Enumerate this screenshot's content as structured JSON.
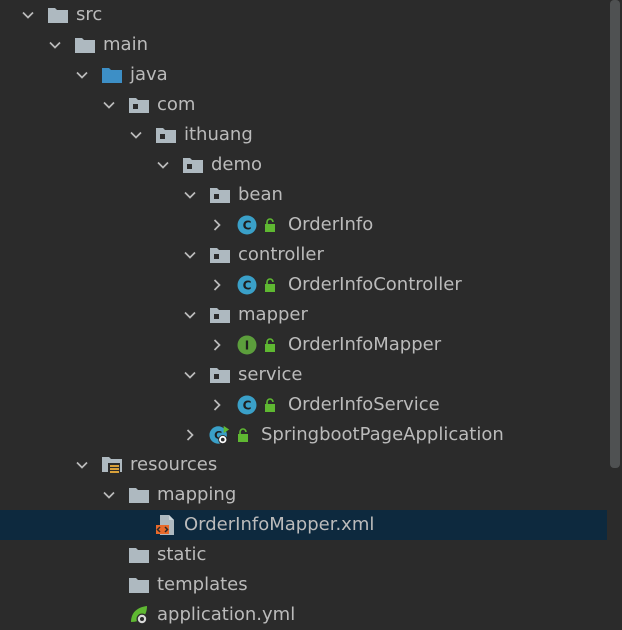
{
  "tree": [
    {
      "label": "src",
      "depth": 0,
      "expanded": true,
      "icon": "folder-icon"
    },
    {
      "label": "main",
      "depth": 1,
      "expanded": true,
      "icon": "folder-icon"
    },
    {
      "label": "java",
      "depth": 2,
      "expanded": true,
      "icon": "source-folder-icon"
    },
    {
      "label": "com",
      "depth": 3,
      "expanded": true,
      "icon": "package-icon"
    },
    {
      "label": "ithuang",
      "depth": 4,
      "expanded": true,
      "icon": "package-icon"
    },
    {
      "label": "demo",
      "depth": 5,
      "expanded": true,
      "icon": "package-icon"
    },
    {
      "label": "bean",
      "depth": 6,
      "expanded": true,
      "icon": "package-icon"
    },
    {
      "label": "OrderInfo",
      "depth": 7,
      "expanded": false,
      "icon": "class-icon",
      "lock": true
    },
    {
      "label": "controller",
      "depth": 6,
      "expanded": true,
      "icon": "package-icon"
    },
    {
      "label": "OrderInfoController",
      "depth": 7,
      "expanded": false,
      "icon": "class-icon",
      "lock": true
    },
    {
      "label": "mapper",
      "depth": 6,
      "expanded": true,
      "icon": "package-icon"
    },
    {
      "label": "OrderInfoMapper",
      "depth": 7,
      "expanded": false,
      "icon": "interface-icon",
      "lock": true
    },
    {
      "label": "service",
      "depth": 6,
      "expanded": true,
      "icon": "package-icon"
    },
    {
      "label": "OrderInfoService",
      "depth": 7,
      "expanded": false,
      "icon": "class-icon",
      "lock": true
    },
    {
      "label": "SpringbootPageApplication",
      "depth": 6,
      "expanded": false,
      "icon": "spring-boot-class-icon",
      "lock": true
    },
    {
      "label": "resources",
      "depth": 2,
      "expanded": true,
      "icon": "resources-folder-icon"
    },
    {
      "label": "mapping",
      "depth": 3,
      "expanded": true,
      "icon": "folder-icon"
    },
    {
      "label": "OrderInfoMapper.xml",
      "depth": 4,
      "icon": "xml-file-icon",
      "selected": true
    },
    {
      "label": "static",
      "depth": 3,
      "icon": "folder-icon"
    },
    {
      "label": "templates",
      "depth": 3,
      "icon": "folder-icon"
    },
    {
      "label": "application.yml",
      "depth": 3,
      "icon": "spring-config-icon"
    }
  ],
  "colors": {
    "background": "#2b2b2b",
    "selection": "#0d293e",
    "text": "#bbbbbb",
    "folder": "#aeb9c0",
    "source_folder": "#3d8fc6",
    "class": "#3aa0c8",
    "interface": "#5c9e3c",
    "lock": "#5fb832"
  }
}
